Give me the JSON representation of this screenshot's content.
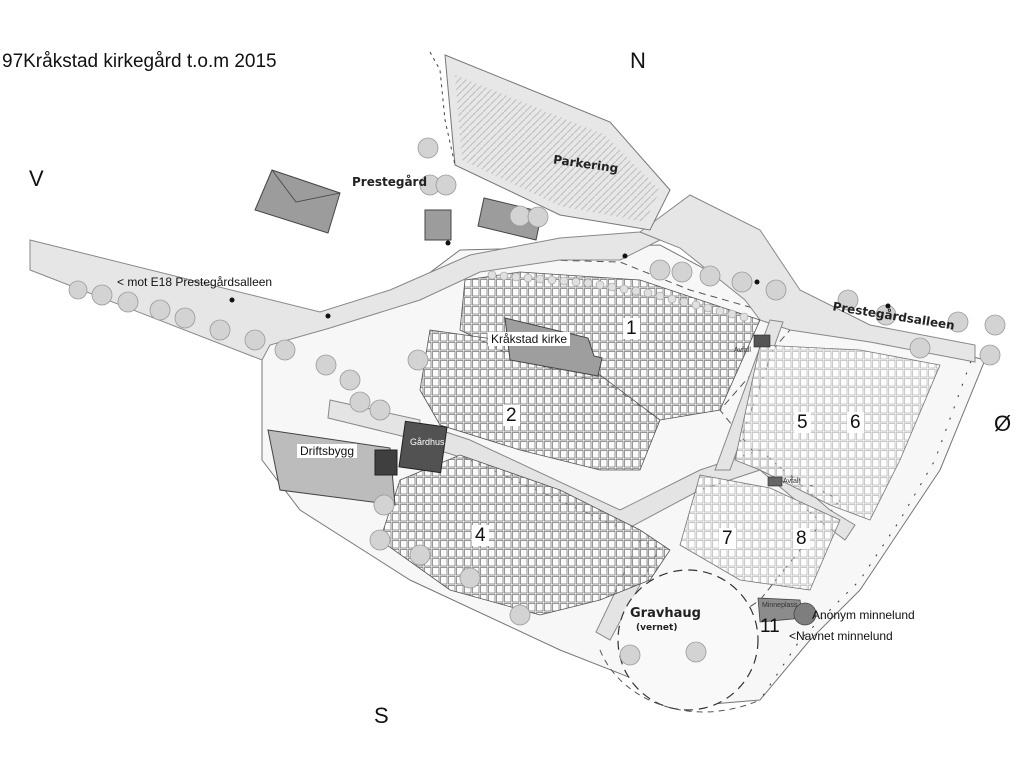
{
  "title": "97Kråkstad kirkegård t.o.m 2015",
  "compass": {
    "north": "N",
    "south": "S",
    "east": "Ø",
    "west": "V"
  },
  "labels": {
    "parking": "Parkering",
    "vicarage": "Prestegård",
    "road_west": "< mot E18 Prestegårdsalleen",
    "road_east": "Prestegårdsalleen",
    "church": "Kråkstad kirke",
    "service_building": "Driftsbygg",
    "garage": "Gårdhus",
    "mound": "Gravhaug",
    "mound_note": "(vernet)",
    "anon_grove": "Anonym minnelund",
    "named_grove": "<Navnet minnelund",
    "memorial_place": "Minneplass",
    "waste_1": "Avfall",
    "waste_2": "Avfall"
  },
  "sections": [
    "1",
    "2",
    "4",
    "5",
    "6",
    "7",
    "8",
    "11"
  ],
  "colors": {
    "road": "#e4e4e4",
    "grass": "#f6f6f6",
    "building": "#9a9a9a",
    "tree": "#d2d2d2",
    "dark": "#4a4a4a"
  }
}
